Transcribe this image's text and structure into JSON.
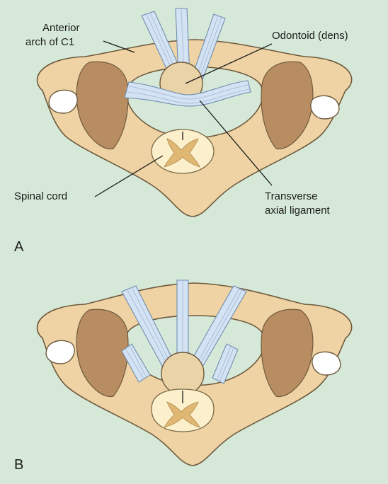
{
  "panel_a": {
    "letter": "A",
    "labels": {
      "anterior_arch_line1": "Anterior",
      "anterior_arch_line2": "arch of C1",
      "odontoid": "Odontoid (dens)",
      "spinal_cord": "Spinal cord",
      "transverse_line1": "Transverse",
      "transverse_line2": "axial ligament"
    }
  },
  "panel_b": {
    "letter": "B"
  },
  "colors": {
    "background": "#d6e9d8",
    "bone": "#efd3a4",
    "facet": "#b98d62",
    "ligament": "#d4e3f3",
    "spinal_cord": "#fbefcc"
  }
}
